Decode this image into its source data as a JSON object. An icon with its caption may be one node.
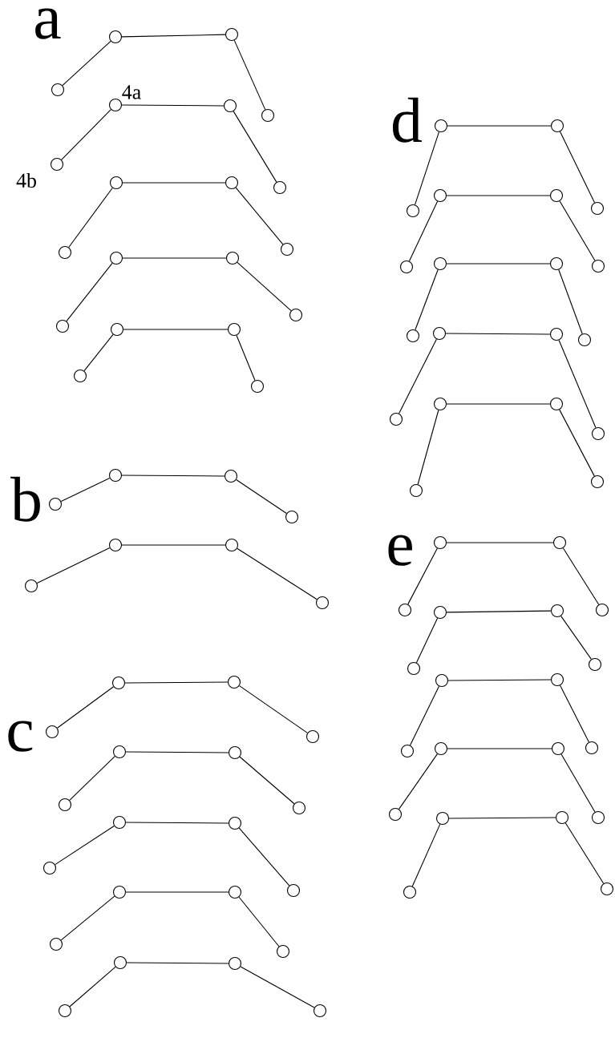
{
  "diagram": {
    "nodes": [
      {
        "text": [],
        "shape": "circle"
      },
      {
        "text": [],
        "shape": "circle"
      },
      {
        "text": [],
        "shape": "circle"
      },
      {
        "text": [],
        "shape": "circle"
      },
      {
        "text": [],
        "shape": "circle",
        "beside": [
          "4b"
        ]
      },
      {
        "text": [],
        "shape": "circle",
        "beside": [
          "4a"
        ]
      },
      {
        "text": [],
        "shape": "circle"
      },
      {
        "text": [],
        "shape": "circle"
      },
      {
        "text": [],
        "shape": "circle"
      },
      {
        "text": [],
        "shape": "circle"
      },
      {
        "text": [],
        "shape": "circle"
      },
      {
        "text": [],
        "shape": "circle"
      },
      {
        "text": [],
        "shape": "circle"
      },
      {
        "text": [],
        "shape": "circle"
      },
      {
        "text": [],
        "shape": "circle"
      },
      {
        "text": [],
        "shape": "circle"
      },
      {
        "text": [],
        "shape": "circle"
      },
      {
        "text": [],
        "shape": "circle"
      },
      {
        "text": [],
        "shape": "circle"
      },
      {
        "text": [],
        "shape": "circle"
      },
      {
        "text": [],
        "shape": "circle"
      },
      {
        "text": [],
        "shape": "circle"
      },
      {
        "text": [],
        "shape": "circle"
      },
      {
        "text": [],
        "shape": "circle"
      },
      {
        "text": [],
        "shape": "circle"
      },
      {
        "text": [],
        "shape": "circle"
      },
      {
        "text": [],
        "shape": "circle"
      },
      {
        "text": [],
        "shape": "circle"
      },
      {
        "text": [],
        "shape": "circle"
      },
      {
        "text": [],
        "shape": "circle"
      },
      {
        "text": [],
        "shape": "circle"
      },
      {
        "text": [],
        "shape": "circle"
      },
      {
        "text": [],
        "shape": "circle"
      },
      {
        "text": [],
        "shape": "circle"
      },
      {
        "text": [],
        "shape": "circle"
      },
      {
        "text": [],
        "shape": "circle"
      },
      {
        "text": [],
        "shape": "circle"
      },
      {
        "text": [],
        "shape": "circle"
      },
      {
        "text": [],
        "shape": "circle"
      },
      {
        "text": [],
        "shape": "circle"
      },
      {
        "text": [],
        "shape": "circle"
      },
      {
        "text": [],
        "shape": "circle"
      },
      {
        "text": [],
        "shape": "circle"
      },
      {
        "text": [],
        "shape": "circle"
      },
      {
        "text": [],
        "shape": "circle"
      },
      {
        "text": [],
        "shape": "circle"
      },
      {
        "text": [],
        "shape": "circle"
      },
      {
        "text": [],
        "shape": "circle"
      },
      {
        "text": [],
        "shape": "circle"
      },
      {
        "text": [],
        "shape": "circle"
      },
      {
        "text": [],
        "shape": "circle"
      },
      {
        "text": [],
        "shape": "circle"
      },
      {
        "text": [],
        "shape": "circle"
      },
      {
        "text": [],
        "shape": "circle"
      },
      {
        "text": [],
        "shape": "circle"
      },
      {
        "text": [],
        "shape": "circle"
      },
      {
        "text": [],
        "shape": "circle"
      },
      {
        "text": [],
        "shape": "circle"
      },
      {
        "text": [],
        "shape": "circle"
      },
      {
        "text": [],
        "shape": "circle"
      },
      {
        "text": [],
        "shape": "circle"
      },
      {
        "text": [],
        "shape": "circle"
      },
      {
        "text": [],
        "shape": "circle"
      },
      {
        "text": [],
        "shape": "circle"
      },
      {
        "text": [],
        "shape": "circle"
      },
      {
        "text": [],
        "shape": "circle"
      },
      {
        "text": [],
        "shape": "circle"
      },
      {
        "text": [],
        "shape": "circle"
      },
      {
        "text": [],
        "shape": "circle"
      },
      {
        "text": [],
        "shape": "circle"
      },
      {
        "text": [],
        "shape": "circle"
      },
      {
        "text": [],
        "shape": "circle"
      },
      {
        "text": [],
        "shape": "circle"
      },
      {
        "text": [],
        "shape": "circle"
      },
      {
        "text": [],
        "shape": "circle"
      },
      {
        "text": [],
        "shape": "circle"
      },
      {
        "text": [],
        "shape": "circle"
      },
      {
        "text": [],
        "shape": "circle"
      },
      {
        "text": [],
        "shape": "circle"
      },
      {
        "text": [],
        "shape": "circle"
      },
      {
        "text": [],
        "shape": "circle"
      },
      {
        "text": [],
        "shape": "circle"
      },
      {
        "text": [],
        "shape": "circle"
      },
      {
        "text": [],
        "shape": "circle"
      },
      {
        "text": [],
        "shape": "circle"
      },
      {
        "text": [],
        "shape": "circle"
      },
      {
        "text": [],
        "shape": "circle"
      },
      {
        "text": [],
        "shape": "circle"
      }
    ],
    "edges": [
      {
        "from": 0,
        "to": 1,
        "arrow": "none"
      },
      {
        "from": 1,
        "to": 2,
        "arrow": "none"
      },
      {
        "from": 2,
        "to": 3,
        "arrow": "none"
      },
      {
        "from": 4,
        "to": 5,
        "arrow": "none"
      },
      {
        "from": 5,
        "to": 6,
        "arrow": "none"
      },
      {
        "from": 6,
        "to": 7,
        "arrow": "none"
      },
      {
        "from": 8,
        "to": 9,
        "arrow": "none"
      },
      {
        "from": 9,
        "to": 10,
        "arrow": "none"
      },
      {
        "from": 10,
        "to": 11,
        "arrow": "none"
      },
      {
        "from": 12,
        "to": 13,
        "arrow": "none"
      },
      {
        "from": 13,
        "to": 14,
        "arrow": "none"
      },
      {
        "from": 14,
        "to": 15,
        "arrow": "none"
      },
      {
        "from": 16,
        "to": 17,
        "arrow": "none"
      },
      {
        "from": 17,
        "to": 18,
        "arrow": "none"
      },
      {
        "from": 18,
        "to": 19,
        "arrow": "none"
      },
      {
        "from": 20,
        "to": 21,
        "arrow": "none"
      },
      {
        "from": 21,
        "to": 22,
        "arrow": "none"
      },
      {
        "from": 22,
        "to": 23,
        "arrow": "none"
      },
      {
        "from": 24,
        "to": 25,
        "arrow": "none"
      },
      {
        "from": 25,
        "to": 26,
        "arrow": "none"
      },
      {
        "from": 26,
        "to": 27,
        "arrow": "none"
      },
      {
        "from": 28,
        "to": 29,
        "arrow": "none"
      },
      {
        "from": 29,
        "to": 30,
        "arrow": "none"
      },
      {
        "from": 30,
        "to": 31,
        "arrow": "none"
      },
      {
        "from": 32,
        "to": 33,
        "arrow": "none"
      },
      {
        "from": 33,
        "to": 34,
        "arrow": "none"
      },
      {
        "from": 34,
        "to": 35,
        "arrow": "none"
      },
      {
        "from": 36,
        "to": 37,
        "arrow": "none"
      },
      {
        "from": 37,
        "to": 38,
        "arrow": "none"
      },
      {
        "from": 38,
        "to": 39,
        "arrow": "none"
      },
      {
        "from": 40,
        "to": 41,
        "arrow": "none"
      },
      {
        "from": 41,
        "to": 42,
        "arrow": "none"
      },
      {
        "from": 42,
        "to": 43,
        "arrow": "none"
      },
      {
        "from": 44,
        "to": 45,
        "arrow": "none"
      },
      {
        "from": 45,
        "to": 46,
        "arrow": "none"
      },
      {
        "from": 46,
        "to": 47,
        "arrow": "none"
      },
      {
        "from": 48,
        "to": 49,
        "arrow": "none"
      },
      {
        "from": 49,
        "to": 50,
        "arrow": "none"
      },
      {
        "from": 50,
        "to": 51,
        "arrow": "none"
      },
      {
        "from": 52,
        "to": 53,
        "arrow": "none"
      },
      {
        "from": 53,
        "to": 54,
        "arrow": "none"
      },
      {
        "from": 54,
        "to": 55,
        "arrow": "none"
      },
      {
        "from": 56,
        "to": 57,
        "arrow": "none"
      },
      {
        "from": 57,
        "to": 58,
        "arrow": "none"
      },
      {
        "from": 58,
        "to": 59,
        "arrow": "none"
      },
      {
        "from": 60,
        "to": 61,
        "arrow": "none"
      },
      {
        "from": 61,
        "to": 62,
        "arrow": "none"
      },
      {
        "from": 62,
        "to": 63,
        "arrow": "none"
      },
      {
        "from": 64,
        "to": 65,
        "arrow": "none"
      },
      {
        "from": 65,
        "to": 66,
        "arrow": "none"
      },
      {
        "from": 66,
        "to": 67,
        "arrow": "none"
      },
      {
        "from": 68,
        "to": 69,
        "arrow": "none"
      },
      {
        "from": 69,
        "to": 70,
        "arrow": "none"
      },
      {
        "from": 70,
        "to": 71,
        "arrow": "none"
      },
      {
        "from": 72,
        "to": 73,
        "arrow": "none"
      },
      {
        "from": 73,
        "to": 74,
        "arrow": "none"
      },
      {
        "from": 74,
        "to": 75,
        "arrow": "none"
      },
      {
        "from": 76,
        "to": 77,
        "arrow": "none"
      },
      {
        "from": 77,
        "to": 78,
        "arrow": "none"
      },
      {
        "from": 78,
        "to": 79,
        "arrow": "none"
      },
      {
        "from": 80,
        "to": 81,
        "arrow": "none"
      },
      {
        "from": 81,
        "to": 82,
        "arrow": "none"
      },
      {
        "from": 82,
        "to": 83,
        "arrow": "none"
      },
      {
        "from": 84,
        "to": 85,
        "arrow": "none"
      },
      {
        "from": 85,
        "to": 86,
        "arrow": "none"
      },
      {
        "from": 86,
        "to": 87,
        "arrow": "none"
      }
    ],
    "labels": [
      "a",
      "b",
      "c",
      "d",
      "e"
    ]
  }
}
